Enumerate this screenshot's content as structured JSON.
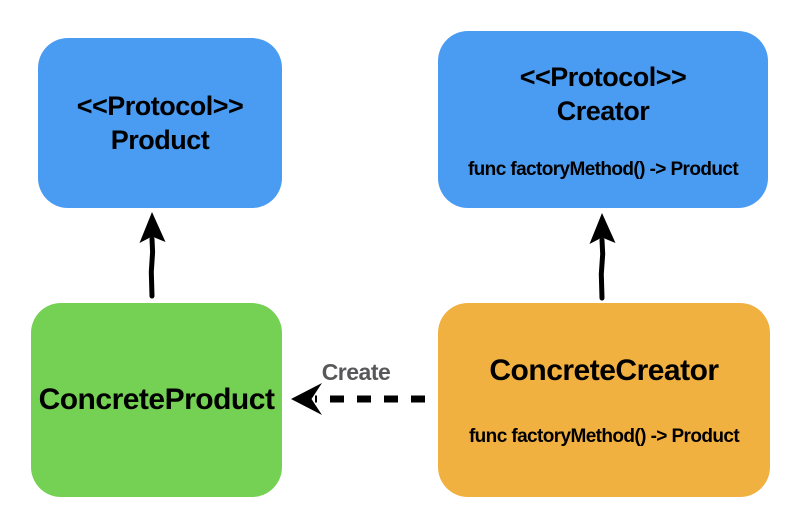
{
  "diagram": {
    "background": "#ffffff",
    "colors": {
      "protocol_box": "#4A9BF2",
      "concrete_product_box": "#75D154",
      "concrete_creator_box": "#F0B140",
      "arrow": "#000000",
      "create_label_text": "#58585A",
      "node_text": "#000000"
    },
    "nodes": {
      "product": {
        "stereotype": "<<Protocol>>",
        "name": "Product"
      },
      "creator": {
        "stereotype": "<<Protocol>>",
        "name": "Creator",
        "method": "func factoryMethod() -> Product"
      },
      "concrete_product": {
        "name": "ConcreteProduct"
      },
      "concrete_creator": {
        "name": "ConcreteCreator",
        "method": "func factoryMethod() -> Product"
      }
    },
    "edges": {
      "create_label": "Create"
    }
  }
}
